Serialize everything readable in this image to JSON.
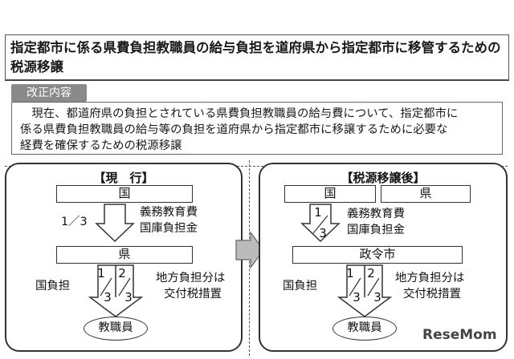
{
  "header": {
    "title": "指定都市に係る県費負担教職員の給与負担を道府県から指定都市に移管するための税源移譲"
  },
  "notice": {
    "tag": "改正内容",
    "lines": [
      "　現在、都道府県の負担とされている県費負担教職員の給与費について、指定都市に",
      "係る県費負担教職員の給与等の負担を道府県から指定都市に移譲するために必要な",
      "経費を確保するための税源移譲"
    ]
  },
  "current": {
    "title": "【現　行】",
    "nation": "国",
    "fraction_label": "1／3",
    "subsidy_line1": "義務教育費",
    "subsidy_line2": "国庫負担金",
    "prefecture": "県",
    "nation_share": "国負担",
    "frac_a": [
      "1",
      "3"
    ],
    "frac_b": [
      "2",
      "3"
    ],
    "local_line1": "地方負担分は",
    "local_line2": "交付税措置",
    "staff": "教職員"
  },
  "after": {
    "title": "【税源移譲後】",
    "nation": "国",
    "prefecture": "県",
    "frac_top": [
      "1",
      "3"
    ],
    "subsidy_line1": "義務教育費",
    "subsidy_line2": "国庫負担金",
    "city": "政令市",
    "nation_share": "国負担",
    "frac_a": [
      "1",
      "3"
    ],
    "frac_b": [
      "2",
      "3"
    ],
    "local_line1": "地方負担分は",
    "local_line2": "交付税措置",
    "staff": "教職員"
  },
  "watermark": "ReseMom"
}
